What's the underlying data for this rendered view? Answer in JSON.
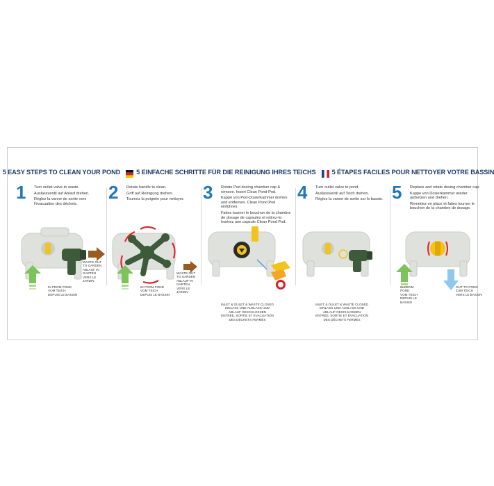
{
  "header": {
    "en": "5 EASY STEPS TO CLEAN YOUR POND",
    "de": "5 EINFACHE SCHRITTE FÜR DIE REINIGUNG IHRES TEICHS",
    "fr": "5 ÉTAPES FACILES POUR NETTOYER VOTRE BASSIN"
  },
  "steps": [
    {
      "number": "1",
      "text": [
        "Turn outlet valve to waste.",
        "Auslassventil auf Ablauf drehen.",
        "Réglez la vanne de sortie vers l'évacuation des déchets."
      ],
      "captions": {
        "out": [
          "WASTE OUT",
          "TO GARDEN",
          "ABLAUF IN",
          "GARTEN",
          "VERS LE",
          "JARDIN"
        ],
        "in": [
          "IN FROM POND",
          "VOM TEICH",
          "DEPUIS LE BASSIN"
        ]
      }
    },
    {
      "number": "2",
      "text": [
        "Rotate handle to clean.",
        "Griff auf Reinigung drehen.",
        "Tournez la poignée pour nettoyer."
      ],
      "captions": {
        "out": [
          "WASTE OUT",
          "TO GARDEN",
          "ABLAUF IN",
          "GARTEN",
          "VERS LE",
          "JARDIN"
        ],
        "in": [
          "IN FROM POND",
          "VOM TEICH",
          "DEPUIS LE BASSIN"
        ]
      }
    },
    {
      "number": "3",
      "text": [
        "Rotate Pod dosing chamber cap & remove. Insert Clean Pond Pod.",
        "Kappe von Pod-Dosierkammer drehen und entfernen. Clean Pond Pod einführen.",
        "Faites tourner le bouchon de la chambre de dosage de capsules et retirez-le. Insérez une capsule Clean Pond Pod."
      ],
      "captions": {
        "closed": [
          "INLET & OULET & WASTE CLOSED",
          "EINLASS UND AUSLASS UND",
          "ABLAUF GESCHLOSSEN",
          "ENTRÉE, SORTIE ET ÉVACUATION",
          "DES DÉCHETS FERMÉS"
        ]
      }
    },
    {
      "number": "4",
      "text": [
        "Turn outlet valve to pond.",
        "Auslassventil auf Teich drehen.",
        "Réglez la vanne de sortie sur le bassin."
      ],
      "captions": {
        "closed": [
          "INLET & OULET & WASTE CLOSED",
          "EINLASS UND AUSLASS UND",
          "ABLAUF GESCHLOSSEN",
          "ENTRÉE, SORTIE ET ÉVACUATION",
          "DES DÉCHETS FERMÉS"
        ]
      }
    },
    {
      "number": "5",
      "text": [
        "Replace and rotate dosing chamber cap.",
        "Kappe von Dosierkammer wieder aufsetzen und drehen.",
        "Remettez en place et faites tourner le bouchon de la chambre de dosage."
      ],
      "captions": {
        "in": [
          "IN FROM",
          "POND",
          "VOM TEICH",
          "DEPUIS LE",
          "BASSIN"
        ],
        "out": [
          "OUT TO POND",
          "ZUM TEICH",
          "VERS LE BASSIN"
        ]
      }
    }
  ],
  "colors": {
    "title_blue": "#1b3a66",
    "step_blue": "#1f78b8",
    "arrow_red": "#e0242a",
    "arrow_brown": "#9a5a22",
    "arrow_green": "#7cc35a",
    "arrow_lightblue": "#8ec8ea",
    "valve_green": "#3d5a3a",
    "pod_yellow": "#f2c31a"
  },
  "icons": [
    "uk-flag-icon",
    "germany-flag-icon",
    "france-flag-icon"
  ]
}
